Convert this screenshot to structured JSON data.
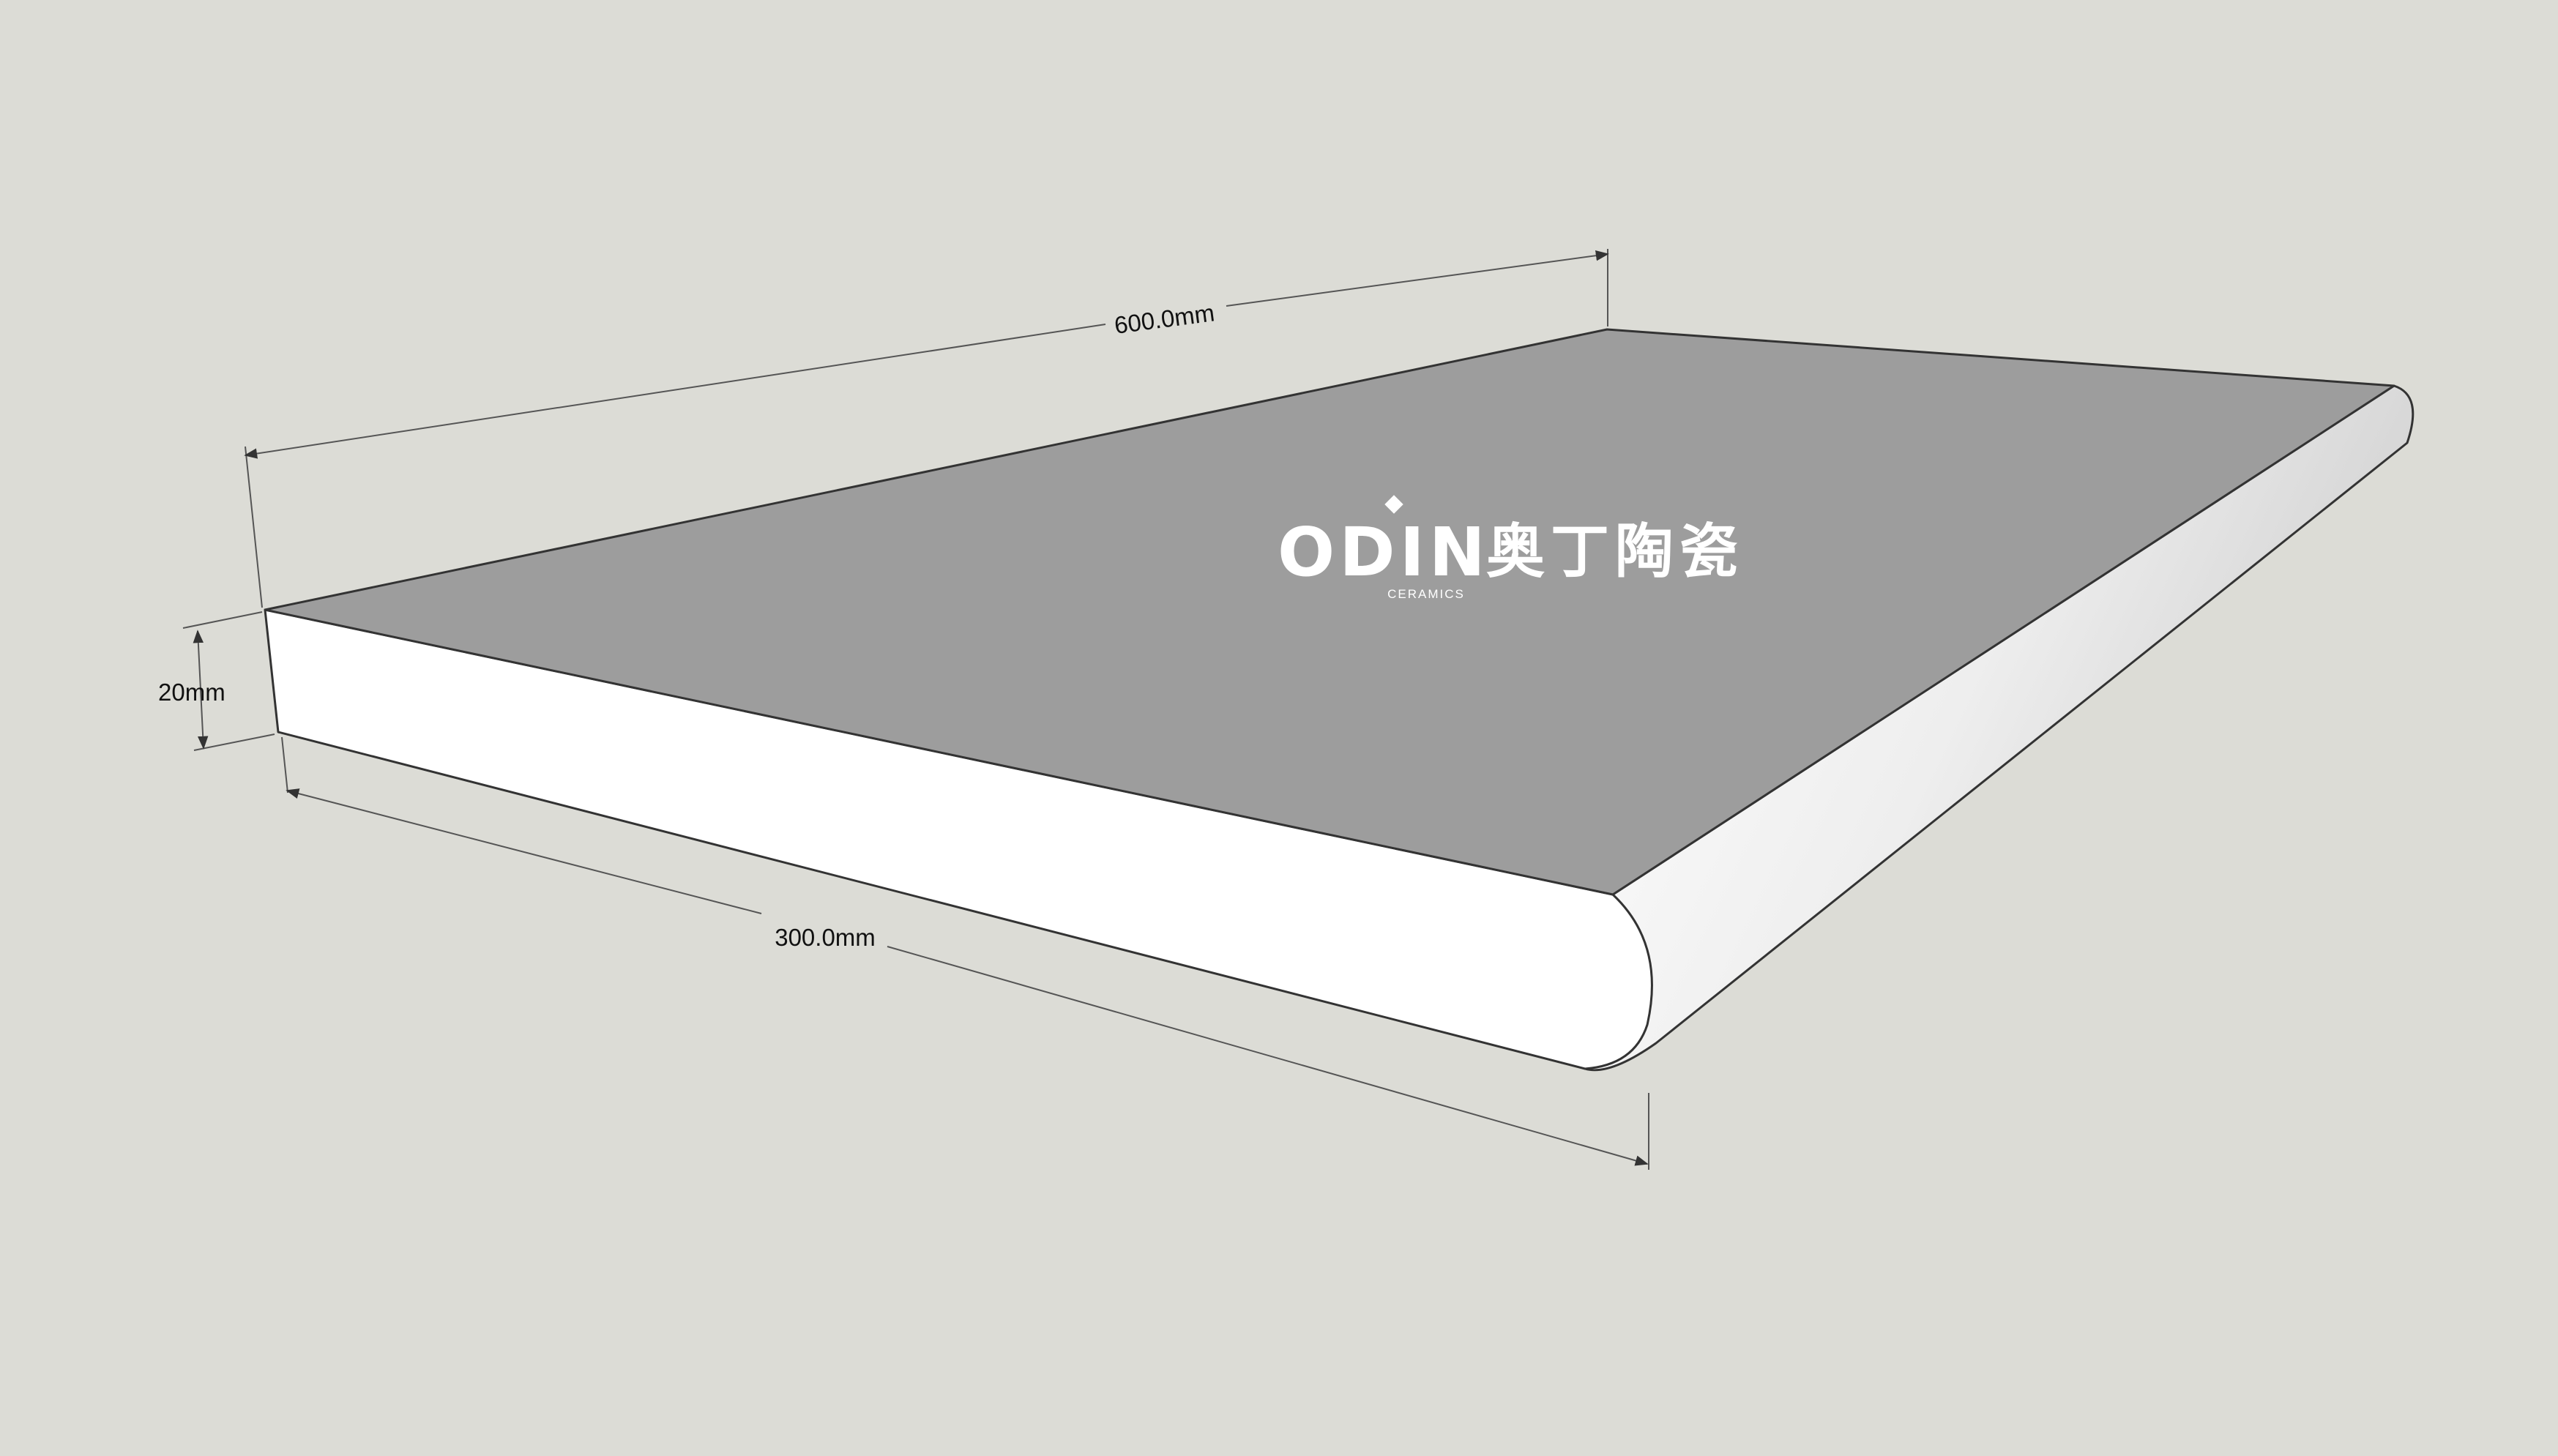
{
  "dimensions": {
    "length": "600.0mm",
    "width": "300.0mm",
    "thickness": "20mm"
  },
  "logo": {
    "latin": "ODIN",
    "chinese": "奥丁陶瓷",
    "sub": "CERAMICS"
  },
  "colors": {
    "background": "#dcdcd6",
    "top_face": "#9d9d9d",
    "front_edge": "#ffffff",
    "bullnose": "#f2f2f2",
    "outline": "#333333"
  }
}
